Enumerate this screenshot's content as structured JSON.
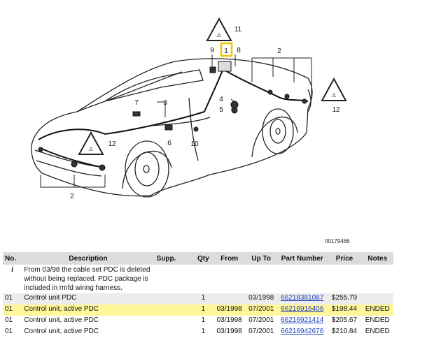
{
  "diagram": {
    "callouts": [
      "1",
      "2",
      "2",
      "3",
      "4",
      "5",
      "6",
      "7",
      "8",
      "9",
      "10",
      "11",
      "12",
      "12"
    ],
    "figure_id": "00179466",
    "highlight_color": "#f2c500"
  },
  "table": {
    "headers": {
      "no": "No.",
      "description": "Description",
      "supp": "Supp.",
      "qty": "Qty",
      "from": "From",
      "upto": "Up To",
      "part": "Part Number",
      "price": "Price",
      "notes": "Notes"
    },
    "note": {
      "icon": "i",
      "text_1": "From 03/98 the cable set PDC is deleted",
      "text_2": "without being replaced. PDC package is",
      "text_3": "included in rmfd wiring harness."
    },
    "rows": [
      {
        "no": "01",
        "description": "Control unit PDC",
        "supp": "",
        "qty": "1",
        "from": "",
        "upto": "03/1998",
        "part": "66218381087",
        "price": "$255.79",
        "notes": ""
      },
      {
        "no": "01",
        "description": "Control unit, active PDC",
        "supp": "",
        "qty": "1",
        "from": "03/1998",
        "upto": "07/2001",
        "part": "66216916406",
        "price": "$198.44",
        "notes": "ENDED"
      },
      {
        "no": "01",
        "description": "Control unit, active PDC",
        "supp": "",
        "qty": "1",
        "from": "03/1998",
        "upto": "07/2001",
        "part": "66216921414",
        "price": "$205.67",
        "notes": "ENDED"
      },
      {
        "no": "01",
        "description": "Control unit, active PDC",
        "supp": "",
        "qty": "1",
        "from": "03/1998",
        "upto": "07/2001",
        "part": "66216942676",
        "price": "$210.84",
        "notes": "ENDED"
      }
    ],
    "colors": {
      "header_bg": "#dcdcdc",
      "alt_row_bg": "#ececec",
      "highlight_row_bg": "#fff79a",
      "link": "#1f3fbf"
    }
  }
}
